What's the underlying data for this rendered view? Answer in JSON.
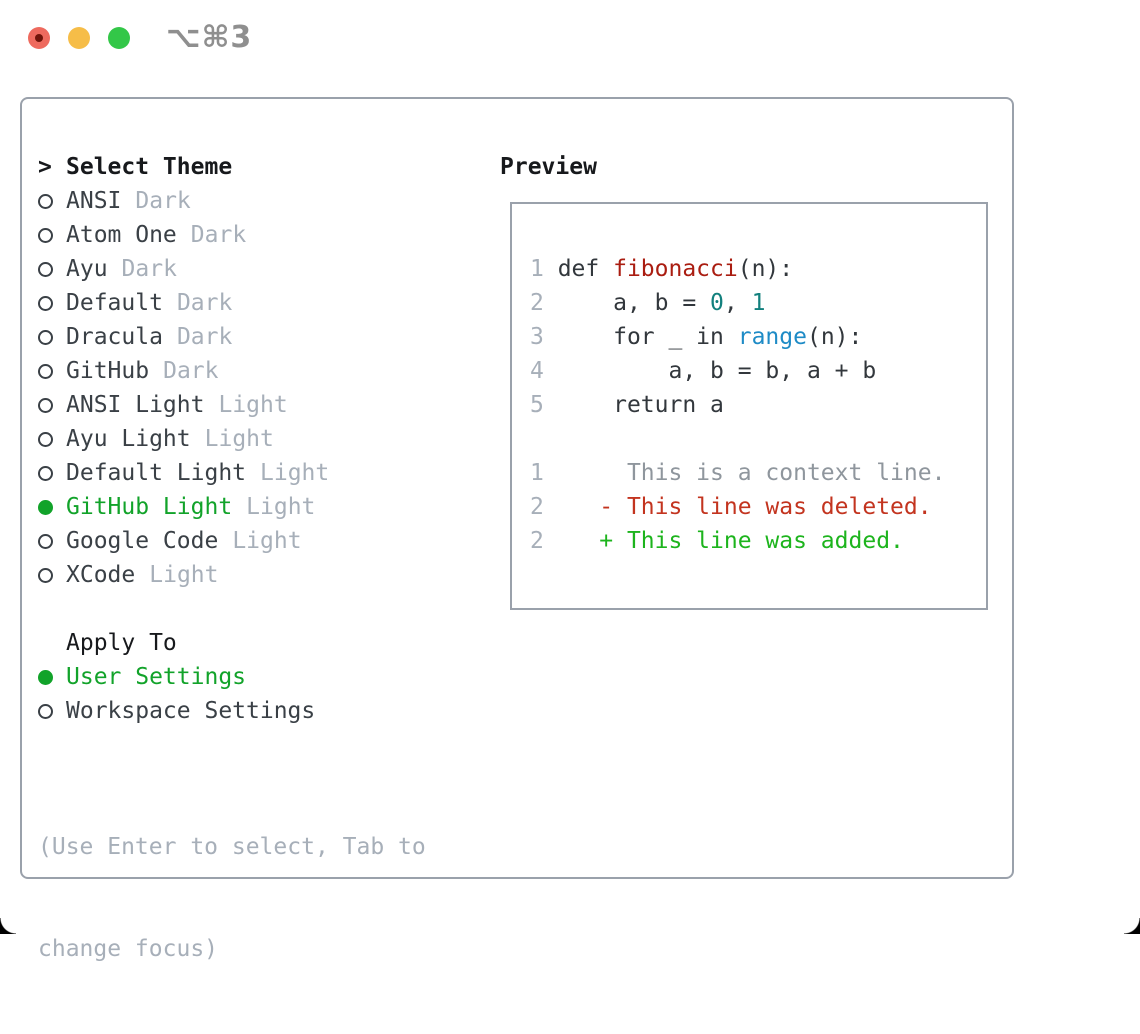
{
  "window": {
    "title": "⌥⌘3",
    "traffic_lights": [
      "close",
      "minimize",
      "zoom"
    ]
  },
  "theme_section": {
    "header_prefix": ">",
    "header": "Select Theme",
    "items": [
      {
        "label": "ANSI",
        "variant": "Dark",
        "selected": false
      },
      {
        "label": "Atom One",
        "variant": "Dark",
        "selected": false
      },
      {
        "label": "Ayu",
        "variant": "Dark",
        "selected": false
      },
      {
        "label": "Default",
        "variant": "Dark",
        "selected": false
      },
      {
        "label": "Dracula",
        "variant": "Dark",
        "selected": false
      },
      {
        "label": "GitHub",
        "variant": "Dark",
        "selected": false
      },
      {
        "label": "ANSI Light",
        "variant": "Light",
        "selected": false
      },
      {
        "label": "Ayu Light",
        "variant": "Light",
        "selected": false
      },
      {
        "label": "Default Light",
        "variant": "Light",
        "selected": false
      },
      {
        "label": "GitHub Light",
        "variant": "Light",
        "selected": true
      },
      {
        "label": "Google Code",
        "variant": "Light",
        "selected": false
      },
      {
        "label": "XCode",
        "variant": "Light",
        "selected": false
      }
    ]
  },
  "apply_section": {
    "header": "Apply To",
    "items": [
      {
        "label": "User Settings",
        "selected": true
      },
      {
        "label": "Workspace Settings",
        "selected": false
      }
    ]
  },
  "hint_lines": [
    "(Use Enter to select, Tab to",
    "change focus)"
  ],
  "preview": {
    "header": "Preview",
    "code_lines": [
      {
        "segments": [
          {
            "t": "1 ",
            "c": "gutter"
          },
          {
            "t": "def ",
            "c": "code"
          },
          {
            "t": "fibonacci",
            "c": "function"
          },
          {
            "t": "(n):",
            "c": "code"
          }
        ]
      },
      {
        "segments": [
          {
            "t": "2 ",
            "c": "gutter"
          },
          {
            "t": "    a, b = ",
            "c": "code"
          },
          {
            "t": "0",
            "c": "number"
          },
          {
            "t": ", ",
            "c": "code"
          },
          {
            "t": "1",
            "c": "number"
          }
        ]
      },
      {
        "segments": [
          {
            "t": "3 ",
            "c": "gutter"
          },
          {
            "t": "    for _ in ",
            "c": "code"
          },
          {
            "t": "range",
            "c": "builtin"
          },
          {
            "t": "(n):",
            "c": "code"
          }
        ]
      },
      {
        "segments": [
          {
            "t": "4 ",
            "c": "gutter"
          },
          {
            "t": "        a, b = b, a + b",
            "c": "code"
          }
        ]
      },
      {
        "segments": [
          {
            "t": "5 ",
            "c": "gutter"
          },
          {
            "t": "    return a",
            "c": "code"
          }
        ]
      },
      {
        "segments": []
      },
      {
        "segments": [
          {
            "t": "1 ",
            "c": "gutter"
          },
          {
            "t": "     This is a context line.",
            "c": "context"
          }
        ]
      },
      {
        "segments": [
          {
            "t": "2 ",
            "c": "gutter"
          },
          {
            "t": "   ",
            "c": "code"
          },
          {
            "t": "- This line was deleted.",
            "c": "deleted"
          }
        ]
      },
      {
        "segments": [
          {
            "t": "2 ",
            "c": "gutter"
          },
          {
            "t": "   ",
            "c": "code"
          },
          {
            "t": "+ This line was added.",
            "c": "added"
          }
        ]
      }
    ]
  },
  "colors": {
    "gutter": "#a7afb9",
    "code": "#32373c",
    "function": "#aa1d11",
    "number": "#12807d",
    "builtin": "#1e8bc6",
    "context": "#8f969d",
    "deleted": "#c3341f",
    "added": "#1db41d",
    "select_green": "#12a32a",
    "border": "#9aa1ab",
    "hint": "#a7afb9",
    "traffic_red": "#ee6a5e",
    "traffic_yellow": "#f6bd48",
    "traffic_green": "#33c748"
  }
}
